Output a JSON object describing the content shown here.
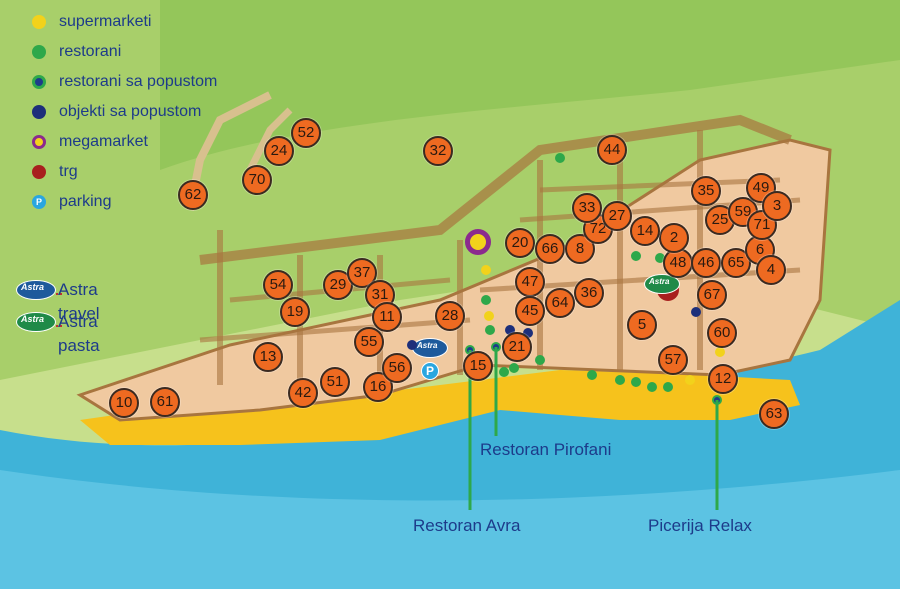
{
  "legend": {
    "items": [
      {
        "label": "supermarketi",
        "icon": "yellow-dot-icon",
        "fill": "#f2d21b",
        "ring": "#f2d21b"
      },
      {
        "label": "restorani",
        "icon": "green-dot-icon",
        "fill": "#2ea84a",
        "ring": "#2ea84a"
      },
      {
        "label": "restorani sa popustom",
        "icon": "green-blue-dot-icon",
        "fill": "#1d3b8a",
        "ring": "#2ea84a"
      },
      {
        "label": "objekti sa popustom",
        "icon": "navy-dot-icon",
        "fill": "#1d2f7a",
        "ring": "#1d2f7a"
      },
      {
        "label": "megamarket",
        "icon": "purple-ring-icon",
        "fill": "#f2d21b",
        "ring": "#8b2a8e"
      },
      {
        "label": "trg",
        "icon": "darkred-dot-icon",
        "fill": "#a8201e",
        "ring": "#a8201e"
      },
      {
        "label": "parking",
        "icon": "parking-icon",
        "fill": "#2aa6e0",
        "ring": "#2aa6e0",
        "glyph": "P"
      }
    ],
    "brands": [
      {
        "label": "Astra travel",
        "logo": "astra-travel-logo",
        "logo_text": "Astra"
      },
      {
        "label": "Astra pasta",
        "logo": "astra-pasta-logo",
        "logo_text": "Astra"
      }
    ]
  },
  "markers": [
    "10",
    "61",
    "42",
    "51",
    "16",
    "56",
    "13",
    "55",
    "54",
    "19",
    "29",
    "37",
    "31",
    "11",
    "28",
    "15",
    "21",
    "20",
    "66",
    "8",
    "47",
    "45",
    "64",
    "36",
    "5",
    "57",
    "60",
    "12",
    "63",
    "67",
    "48",
    "46",
    "65",
    "6",
    "4",
    "2",
    "14",
    "72",
    "33",
    "27",
    "35",
    "25",
    "59",
    "71",
    "49",
    "3",
    "44",
    "32",
    "62",
    "70",
    "24",
    "52"
  ],
  "callouts": {
    "restoran_pirofani": "Restoran Pirofani",
    "restoran_avra": "Restoran Avra",
    "picerija_relax": "Picerija Relax"
  },
  "map_icons": {
    "parking_glyph": "P",
    "astra_logo_text": "Astra"
  },
  "colors": {
    "sea": "#3fb3d8",
    "beach": "#f6c21c",
    "land": "#f0c9a0",
    "green_area": "#a8cf6a",
    "marker": "#ee6a21",
    "label": "#1d3b8a",
    "callout_line": "#2ea84a"
  }
}
